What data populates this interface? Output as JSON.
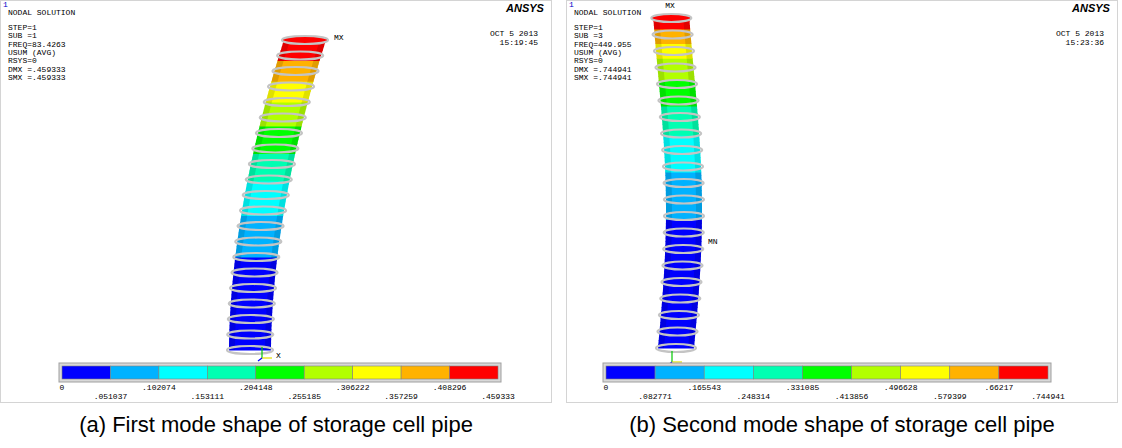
{
  "diagram": {
    "labels": [
      "1",
      "NODAL SOLUTION",
      "STEP=1",
      "SUB =1",
      "FREQ=83.4263",
      "USUM (AVG)",
      "RSYS=0",
      "DMX =.459333",
      "SMX =.459333",
      "ANSYS",
      "OCT 5 2013",
      "15:19:45",
      "MX",
      "X",
      "0",
      ".102074",
      ".204148",
      ".306222",
      ".408296",
      ".051037",
      ".153111",
      ".255185",
      ".357259",
      ".459333",
      "(a) First mode shape of storage cell pipe",
      "1",
      "NODAL SOLUTION",
      "STEP=1",
      "SUB =3",
      "FREQ=449.955",
      "USUM (AVG)",
      "RSYS=0",
      "DMX =.744941",
      "SMX =.744941",
      "ANSYS",
      "OCT 5 2013",
      "15:23:36",
      "MX",
      "MN",
      "0",
      ".165543",
      ".331085",
      ".496628",
      ".66217",
      ".082771",
      ".248314",
      ".413856",
      ".579399",
      ".744941",
      "(b) Second mode shape of storage cell pipe"
    ]
  }
}
